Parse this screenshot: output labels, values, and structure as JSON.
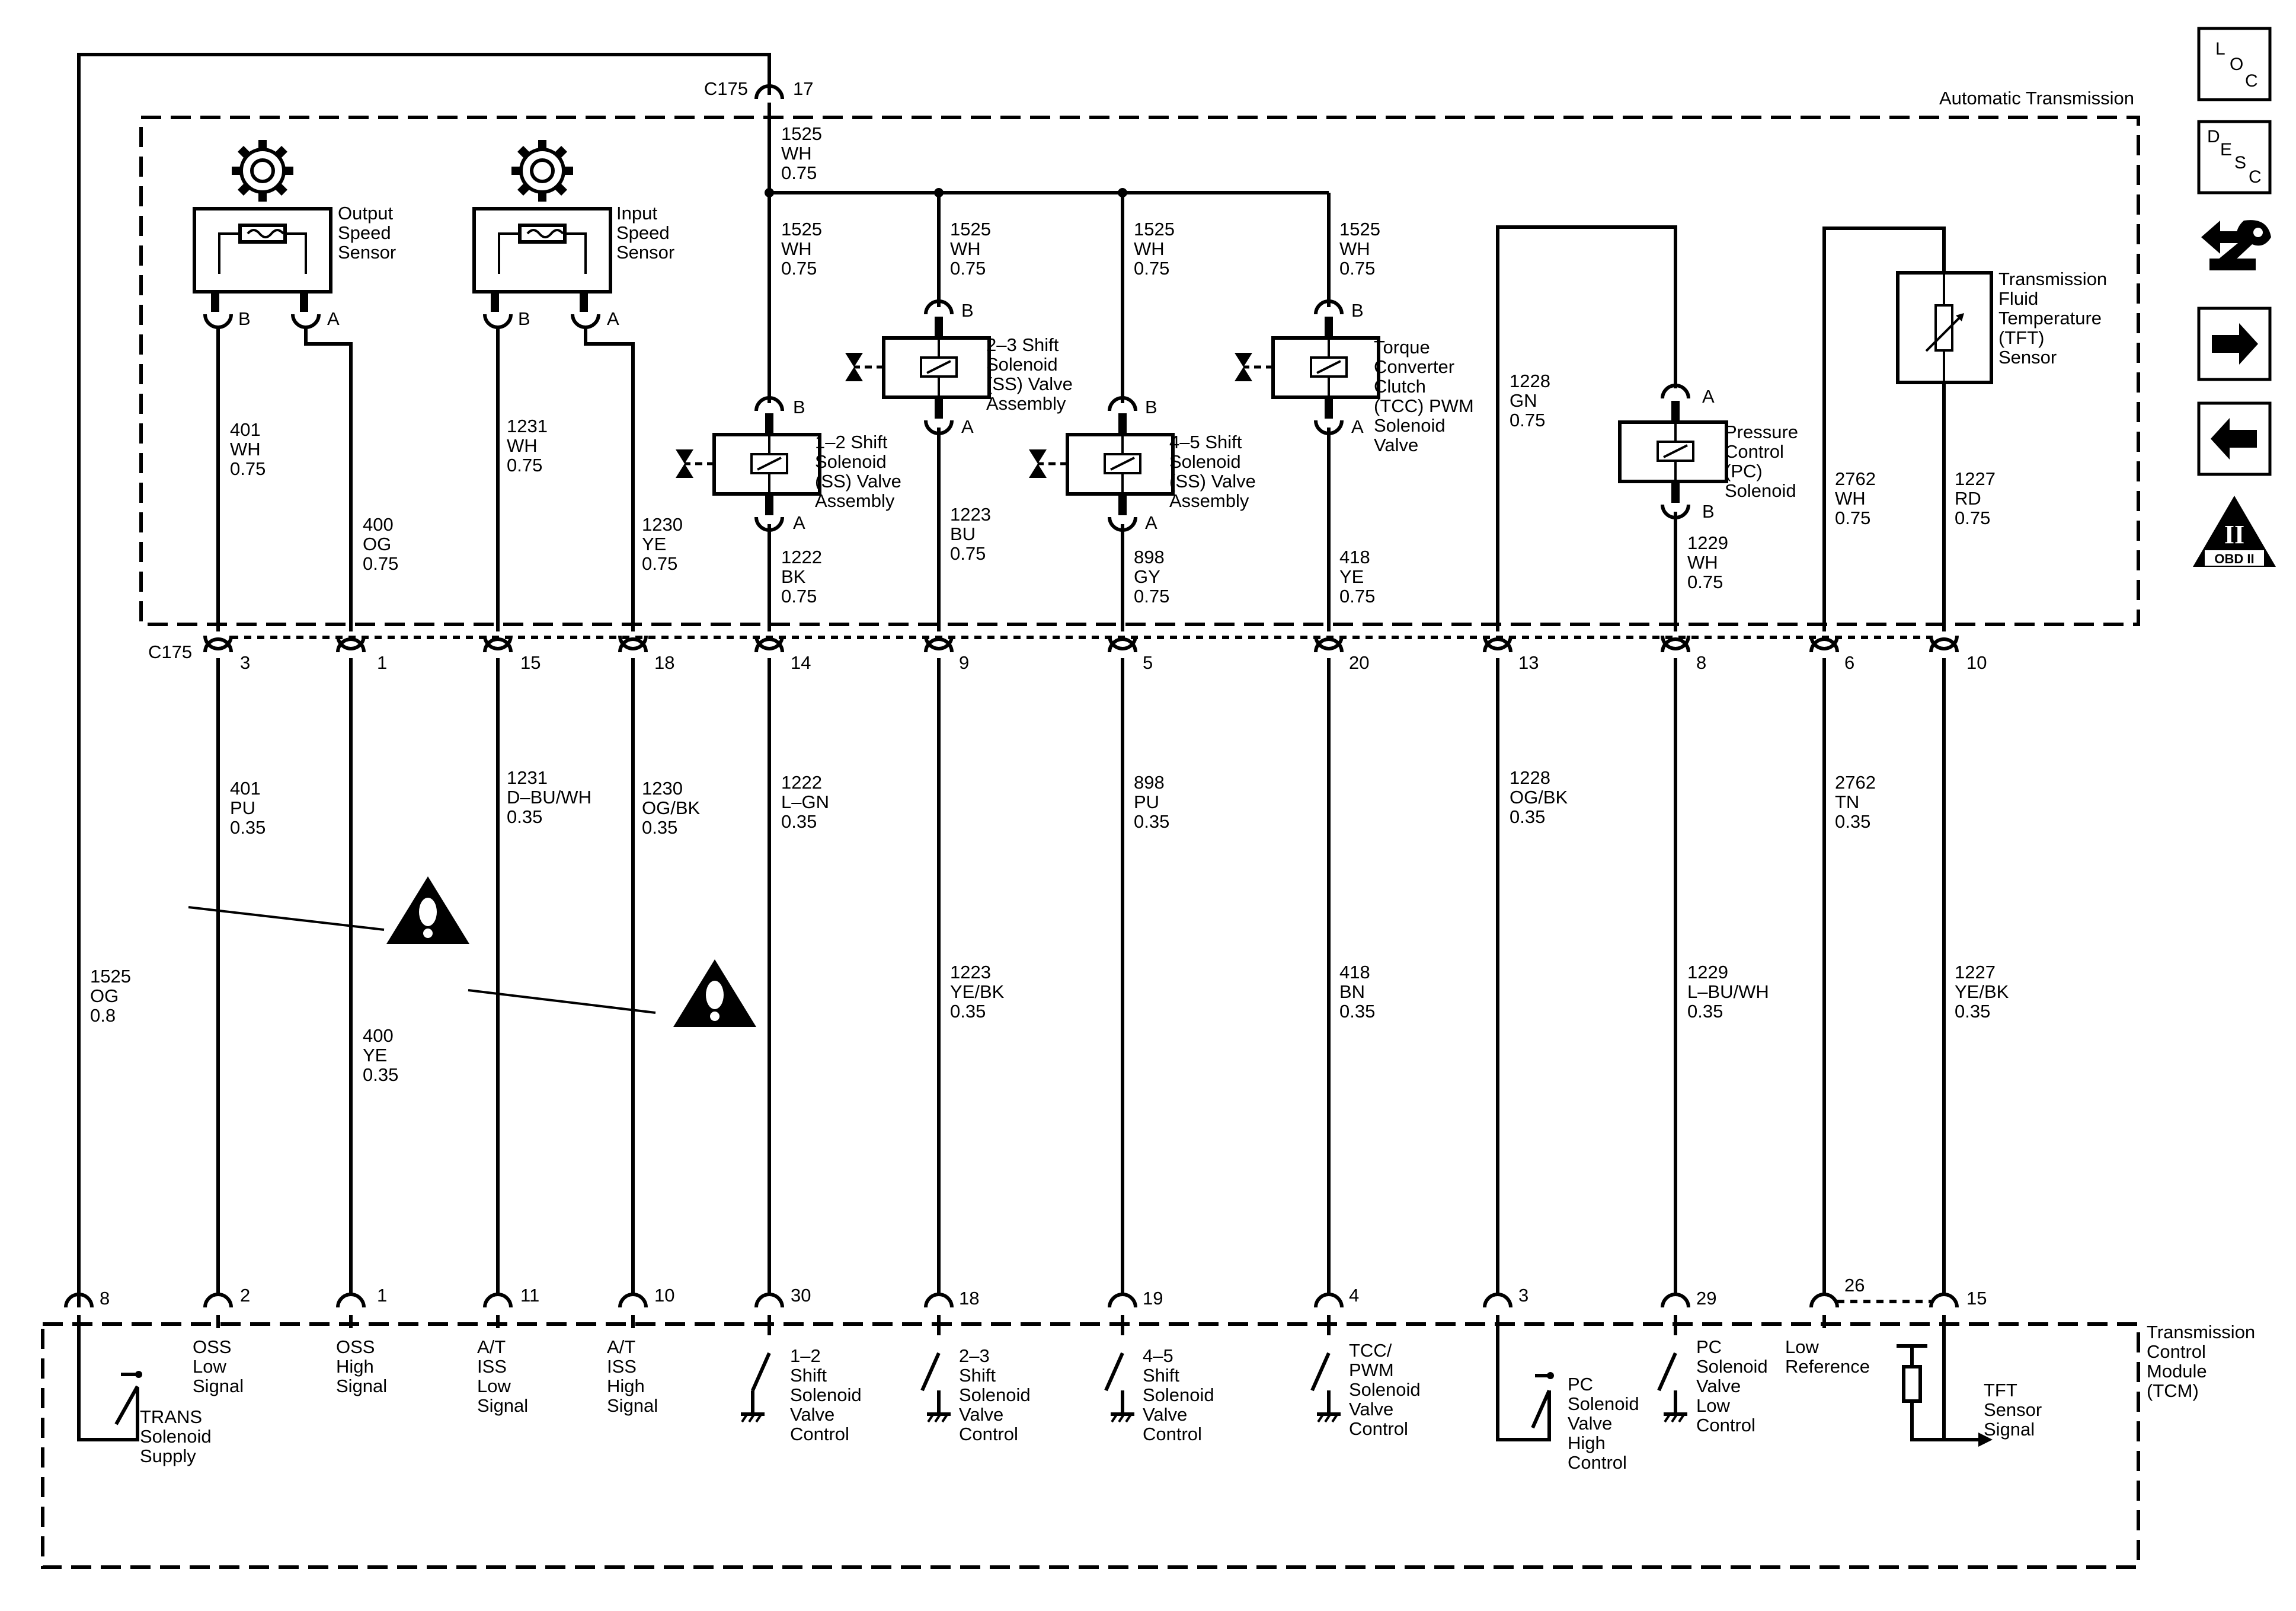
{
  "connector_top": {
    "name": "C175",
    "pin": "17"
  },
  "connector_mid": {
    "name": "C175"
  },
  "area_labels": {
    "transmission": "Automatic Transmission",
    "tcm": [
      "Transmission",
      "Control",
      "Module",
      "(TCM)"
    ]
  },
  "components": {
    "oss": [
      "Output",
      "Speed",
      "Sensor"
    ],
    "iss": [
      "Input",
      "Speed",
      "Sensor"
    ],
    "ss12": [
      "1–2 Shift",
      "Solenoid",
      "(SS) Valve",
      "Assembly"
    ],
    "ss23": [
      "2–3 Shift",
      "Solenoid",
      "(SS) Valve",
      "Assembly"
    ],
    "ss45": [
      "4–5 Shift",
      "Solenoid",
      "(SS) Valve",
      "Assembly"
    ],
    "tcc": [
      "Torque",
      "Converter",
      "Clutch",
      "(TCC) PWM",
      "Solenoid",
      "Valve"
    ],
    "pc": [
      "Pressure",
      "Control",
      "(PC)",
      "Solenoid"
    ],
    "tft": [
      "Transmission",
      "Fluid",
      "Temperature",
      "(TFT)",
      "Sensor"
    ]
  },
  "terminals": {
    "a": "A",
    "b": "B"
  },
  "feed_wire": [
    "1525",
    "WH",
    "0.75"
  ],
  "feed_drops": [
    [
      "1525",
      "WH",
      "0.75"
    ],
    [
      "1525",
      "WH",
      "0.75"
    ],
    [
      "1525",
      "WH",
      "0.75"
    ],
    [
      "1525",
      "WH",
      "0.75"
    ]
  ],
  "trans_wires": [
    [
      "401",
      "WH",
      "0.75"
    ],
    [
      "400",
      "OG",
      "0.75"
    ],
    [
      "1231",
      "WH",
      "0.75"
    ],
    [
      "1230",
      "YE",
      "0.75"
    ],
    [
      "1222",
      "BK",
      "0.75"
    ],
    [
      "1223",
      "BU",
      "0.75"
    ],
    [
      "898",
      "GY",
      "0.75"
    ],
    [
      "418",
      "YE",
      "0.75"
    ],
    [
      "1228",
      "GN",
      "0.75"
    ],
    [
      "1229",
      "WH",
      "0.75"
    ],
    [
      "2762",
      "WH",
      "0.75"
    ],
    [
      "1227",
      "RD",
      "0.75"
    ]
  ],
  "c175_pins": [
    "3",
    "1",
    "15",
    "18",
    "14",
    "9",
    "5",
    "20",
    "13",
    "8",
    "6",
    "10"
  ],
  "harness_wires": [
    [
      "401",
      "PU",
      "0.35"
    ],
    [
      "400",
      "YE",
      "0.35"
    ],
    [
      "1231",
      "D–BU/WH",
      "0.35"
    ],
    [
      "1230",
      "OG/BK",
      "0.35"
    ],
    [
      "1222",
      "L–GN",
      "0.35"
    ],
    [
      "1223",
      "YE/BK",
      "0.35"
    ],
    [
      "898",
      "PU",
      "0.35"
    ],
    [
      "418",
      "BN",
      "0.35"
    ],
    [
      "1228",
      "OG/BK",
      "0.35"
    ],
    [
      "1229",
      "L–BU/WH",
      "0.35"
    ],
    [
      "2762",
      "TN",
      "0.35"
    ],
    [
      "1227",
      "YE/BK",
      "0.35"
    ]
  ],
  "supply_wire": [
    "1525",
    "OG",
    "0.8"
  ],
  "tcm_pins": [
    "8",
    "2",
    "1",
    "11",
    "10",
    "30",
    "18",
    "19",
    "4",
    "3",
    "29",
    "26",
    "15"
  ],
  "tcm_labels": [
    [
      "TRANS",
      "Solenoid",
      "Supply"
    ],
    [
      "OSS",
      "Low",
      "Signal"
    ],
    [
      "OSS",
      "High",
      "Signal"
    ],
    [
      "A/T",
      "ISS",
      "Low",
      "Signal"
    ],
    [
      "A/T",
      "ISS",
      "High",
      "Signal"
    ],
    [
      "1–2",
      "Shift",
      "Solenoid",
      "Valve",
      "Control"
    ],
    [
      "2–3",
      "Shift",
      "Solenoid",
      "Valve",
      "Control"
    ],
    [
      "4–5",
      "Shift",
      "Solenoid",
      "Valve",
      "Control"
    ],
    [
      "TCC/",
      "PWM",
      "Solenoid",
      "Valve",
      "Control"
    ],
    [
      "PC",
      "Solenoid",
      "Valve",
      "High",
      "Control"
    ],
    [
      "PC",
      "Solenoid",
      "Valve",
      "Low",
      "Control"
    ],
    [
      "Low",
      "Reference"
    ],
    [
      "TFT",
      "Sensor",
      "Signal"
    ]
  ],
  "side_icons": {
    "loc": [
      "L",
      "O",
      "C"
    ],
    "desc": [
      "D",
      "E",
      "S",
      "C"
    ],
    "obd": [
      "II",
      "OBD II"
    ],
    "names": [
      "loc-icon",
      "desc-icon",
      "schematic-icon",
      "next-arrow-icon",
      "previous-arrow-icon",
      "obd-ii-icon"
    ]
  }
}
